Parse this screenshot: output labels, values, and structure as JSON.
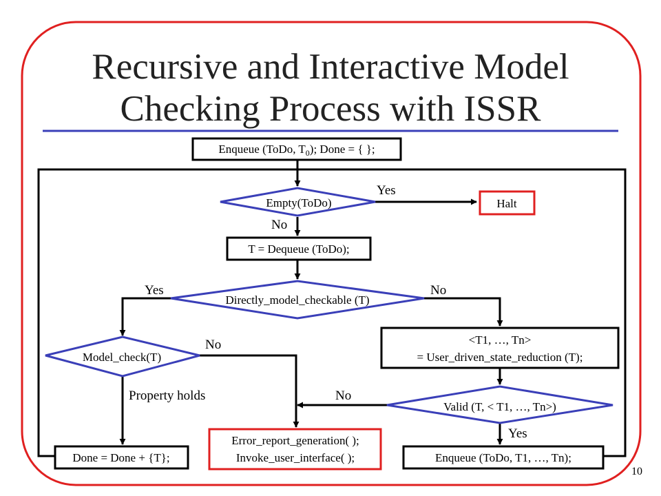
{
  "slide": {
    "title_line_1": "Recursive and Interactive Model",
    "title_line_2": "Checking Process with ISSR",
    "page_number": "10"
  },
  "colors": {
    "frame": "#e02020",
    "rule": "#3a3fb8",
    "decision": "#3a3fb8",
    "error_box": "#e02020",
    "process_box": "#000000"
  },
  "flowchart": {
    "start": {
      "prefix": "Enqueue (ToDo, T",
      "subscript": "0",
      "suffix": "); Done = { };"
    },
    "empty_check": "Empty(ToDo)",
    "halt": "Halt",
    "dequeue": "T = Dequeue (ToDo);",
    "direct_check": "Directly_model_checkable (T)",
    "model_check": "Model_check(T)",
    "reduction_line_1": "<T1, …, Tn>",
    "reduction_line_2": "= User_driven_state_reduction (T);",
    "valid_check": "Valid (T, < T1, …, Tn>)",
    "done_update": "Done = Done + {T};",
    "error_line_1": "Error_report_generation( );",
    "error_line_2": "Invoke_user_interface( );",
    "enqueue_many": "Enqueue (ToDo, T1, …, Tn);",
    "labels": {
      "empty_yes": "Yes",
      "empty_no": "No",
      "direct_yes": "Yes",
      "direct_no": "No",
      "model_no": "No",
      "property_holds": "Property holds",
      "valid_no": "No",
      "valid_yes": "Yes"
    }
  }
}
